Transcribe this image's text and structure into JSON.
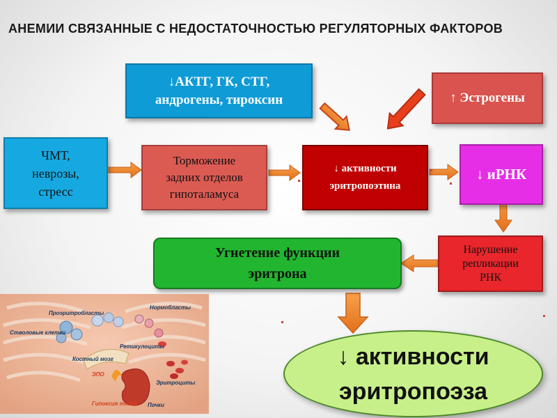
{
  "title": "АНЕМИИ СВЯЗАННЫЕ С НЕДОСТАТОЧНОСТЬЮ РЕГУЛЯТОРНЫХ ФАКТОРОВ",
  "boxes": {
    "hormones": "↓АКТГ, ГК, СТГ,\nандрогены, тироксин",
    "estrogens": "↑ Эстрогены",
    "tbi": "ЧМТ,\nневрозы,\nстресс",
    "inhibition": "Торможение\nзадних отделов\nгипоталамуса",
    "epo": "↓ активности\nэритропоэтина",
    "mrna": "↓ иРНК",
    "replication": "Нарушение\nрепликации\nРНК",
    "erythron": "Угнетение функции\nэритрона",
    "result": "↓ активности\nэритропоэза"
  },
  "illustration": {
    "labels": {
      "proerythroblasts": "Проэритробласты",
      "normoblasts": "Нормобласты",
      "stem_cells": "Стволовые клетки",
      "reticulocytes": "Ретикулоциты",
      "bone_marrow": "Костный мозг",
      "epo": "ЭПО",
      "erythrocytes": "Эритроциты",
      "tissue_hypoxia": "Гипоксия ткани",
      "kidneys": "Почки"
    }
  },
  "colors": {
    "arrow_fill": "#ee7f22",
    "arrow_red": "#e8401c",
    "epo_box": "#c00000",
    "result_ellipse": "#c8f08a"
  }
}
